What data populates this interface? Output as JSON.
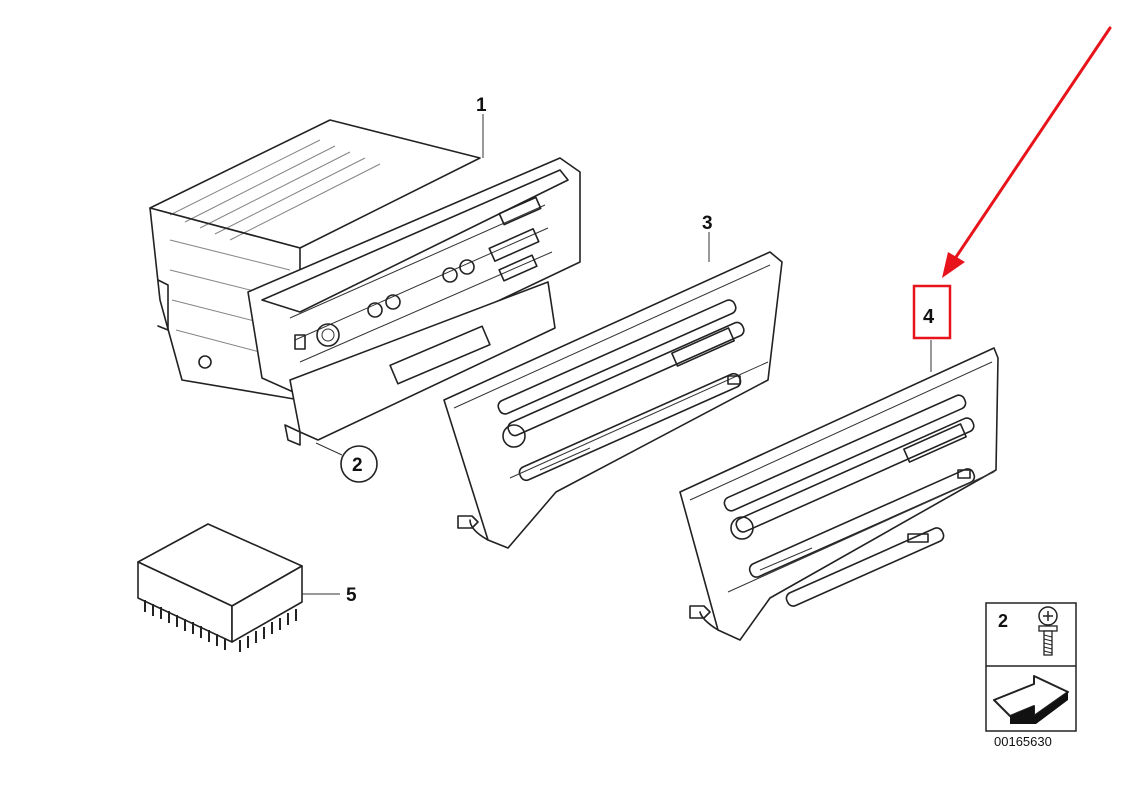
{
  "callouts": {
    "part1": "1",
    "part2": "2",
    "part3": "3",
    "part4": "4",
    "part5": "5"
  },
  "legend": {
    "screw_ref": "2",
    "catalog_number": "00165630"
  },
  "colors": {
    "highlight": "#e8141b",
    "line": "#222222"
  },
  "icons": {
    "legend_screw": "screw-icon",
    "legend_arrow": "corner-arrow-icon"
  }
}
